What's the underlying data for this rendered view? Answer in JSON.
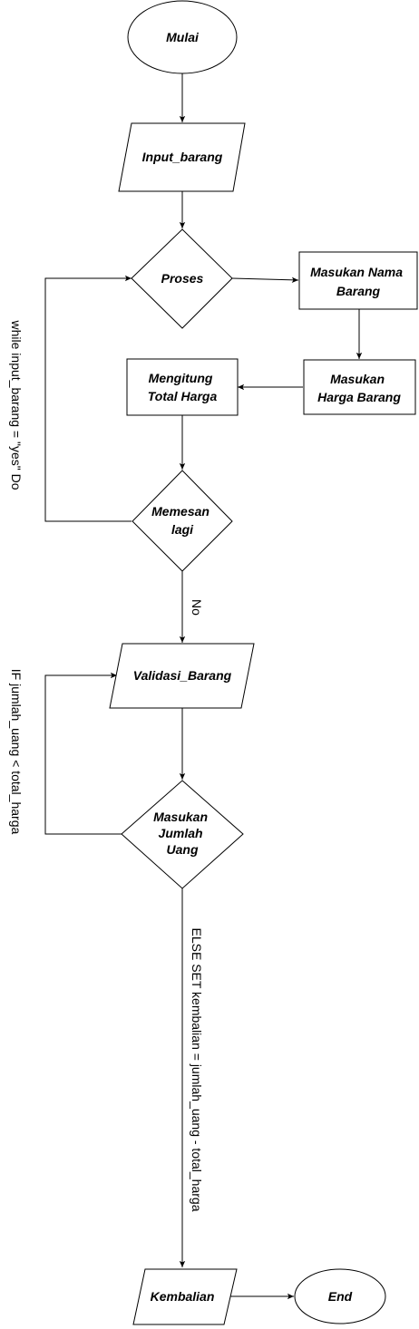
{
  "nodes": {
    "mulai": "Mulai",
    "input_barang": "Input_barang",
    "proses": "Proses",
    "masukan_nama_barang": [
      "Masukan Nama",
      "Barang"
    ],
    "masukan_harga_barang": [
      "Masukan",
      "Harga Barang"
    ],
    "mengitung_total_harga": [
      "Mengitung",
      "Total Harga"
    ],
    "memesan_lagi": [
      "Memesan",
      "lagi"
    ],
    "validasi_barang": "Validasi_Barang",
    "masukan_jumlah_uang": [
      "Masukan",
      "Jumlah",
      "Uang"
    ],
    "kembalian": "Kembalian",
    "end": "End"
  },
  "edge_labels": {
    "while_loop": "while input_barang = \"yes\" Do",
    "no": "No",
    "if_condition": "IF jumlah_uang < total_harga",
    "else_set": "ELSE SET kembalian = jumlah_uang - total_harga"
  }
}
